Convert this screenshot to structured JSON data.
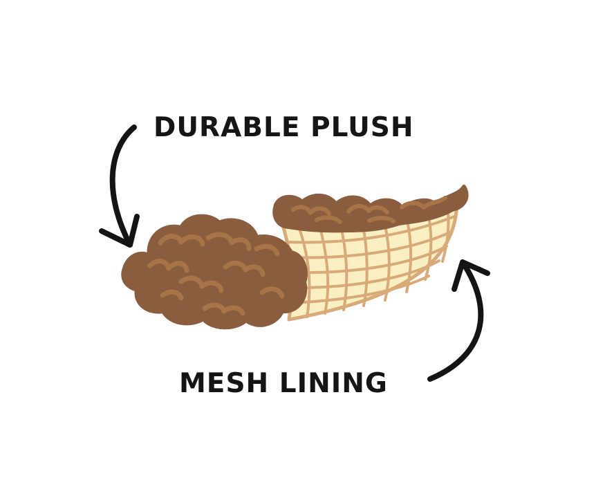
{
  "labels": {
    "top": "DURABLE PLUSH",
    "bottom": "MESH LINING"
  },
  "colors": {
    "plush_base": "#8a5d3f",
    "plush_swirl": "#a77448",
    "mesh_fill": "#f9efc2",
    "mesh_lines": "#d8aa78",
    "arrow": "#141414",
    "text": "#151515"
  },
  "icons": {
    "top_arrow": "curved-arrow-down-right",
    "bottom_arrow": "curved-arrow-up-left",
    "illustration": "plush-with-mesh-lining"
  }
}
